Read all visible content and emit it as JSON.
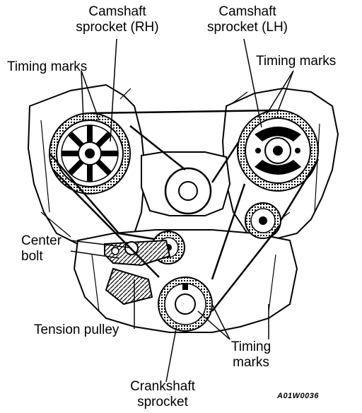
{
  "labels": {
    "camshaft_rh": [
      "Camshaft",
      "sprocket (RH)"
    ],
    "camshaft_lh": [
      "Camshaft",
      "sprocket (LH)"
    ],
    "timing_marks_left": "Timing marks",
    "timing_marks_right": "Timing marks",
    "center_bolt": [
      "Center",
      "bolt"
    ],
    "tension_pulley": "Tension pulley",
    "timing_marks_bottom": [
      "Timing",
      "marks"
    ],
    "crankshaft": [
      "Crankshaft",
      "sprocket"
    ]
  },
  "figure_code": "A01W0036"
}
